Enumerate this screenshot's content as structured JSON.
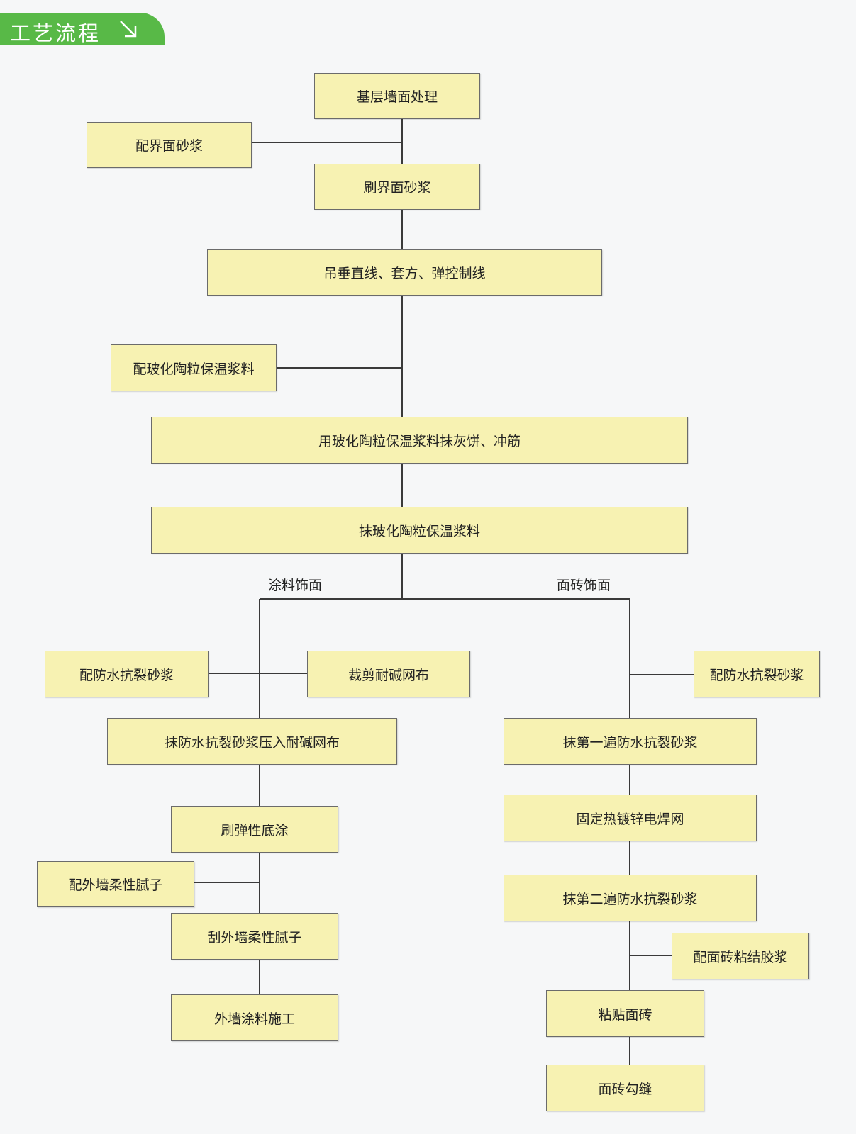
{
  "header": {
    "title": "工艺流程",
    "arrow_icon": "arrow-down-right-icon"
  },
  "colors": {
    "tab_green": "#58b947",
    "box_fill": "#f7f2b2",
    "line": "#3a3a3a",
    "background": "#f6f7f8"
  },
  "branches": {
    "left": "涂料饰面",
    "right": "面砖饰面"
  },
  "steps": {
    "base_wall": "基层墙面处理",
    "mix_interface": "配界面砂浆",
    "brush_interface": "刷界面砂浆",
    "plumb_lines": "吊垂直线、套方、弹控制线",
    "mix_insulation": "配玻化陶粒保温浆料",
    "dots_ribs": "用玻化陶粒保温浆料抹灰饼、冲筋",
    "apply_insulation": "抹玻化陶粒保温浆料",
    "left_mix_mortar": "配防水抗裂砂浆",
    "cut_mesh": "裁剪耐碱网布",
    "press_mesh": "抹防水抗裂砂浆压入耐碱网布",
    "primer": "刷弹性底涂",
    "mix_putty": "配外墙柔性腻子",
    "scrape_putty": "刮外墙柔性腻子",
    "paint": "外墙涂料施工",
    "right_mix_mortar": "配防水抗裂砂浆",
    "first_mortar": "抹第一遍防水抗裂砂浆",
    "fix_mesh": "固定热镀锌电焊网",
    "second_mortar": "抹第二遍防水抗裂砂浆",
    "mix_adhesive": "配面砖粘结胶浆",
    "tile": "粘贴面砖",
    "joint": "面砖勾缝"
  }
}
